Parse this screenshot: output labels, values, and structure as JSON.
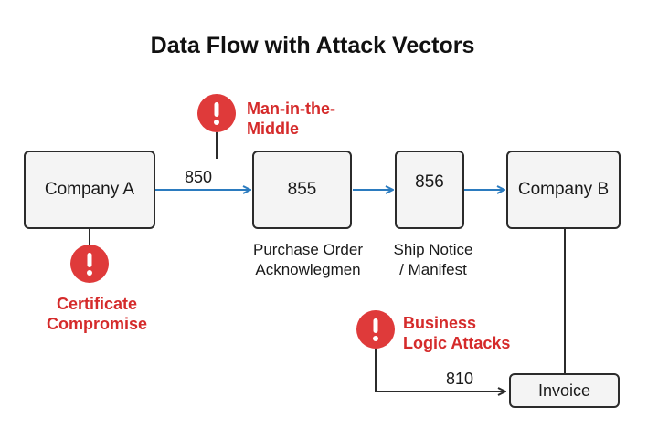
{
  "title": "Data Flow with Attack Vectors",
  "nodes": {
    "company_a": "Company A",
    "n855": "855",
    "n856": "856",
    "company_b": "Company B",
    "invoice": "Invoice"
  },
  "edge_labels": {
    "e850": "850",
    "e810": "810"
  },
  "captions": {
    "n855_line1": "Purchase Order",
    "n855_line2": "Acknowlegmen",
    "n856_line1": "Ship Notice",
    "n856_line2": "/ Manifest"
  },
  "attacks": {
    "mitm_line1": "Man-in-the-",
    "mitm_line2": "Middle",
    "cert_line1": "Certificate",
    "cert_line2": "Compromise",
    "biz_line1": "Business",
    "biz_line2": "Logic Attacks"
  },
  "colors": {
    "flow_arrow": "#2b7bbf",
    "alert": "#df3a3a",
    "alert_text": "#d52b2b",
    "box_fill": "#f4f4f4",
    "box_border": "#2b2b2b"
  },
  "icons": [
    "alert-icon",
    "arrow-icon"
  ]
}
